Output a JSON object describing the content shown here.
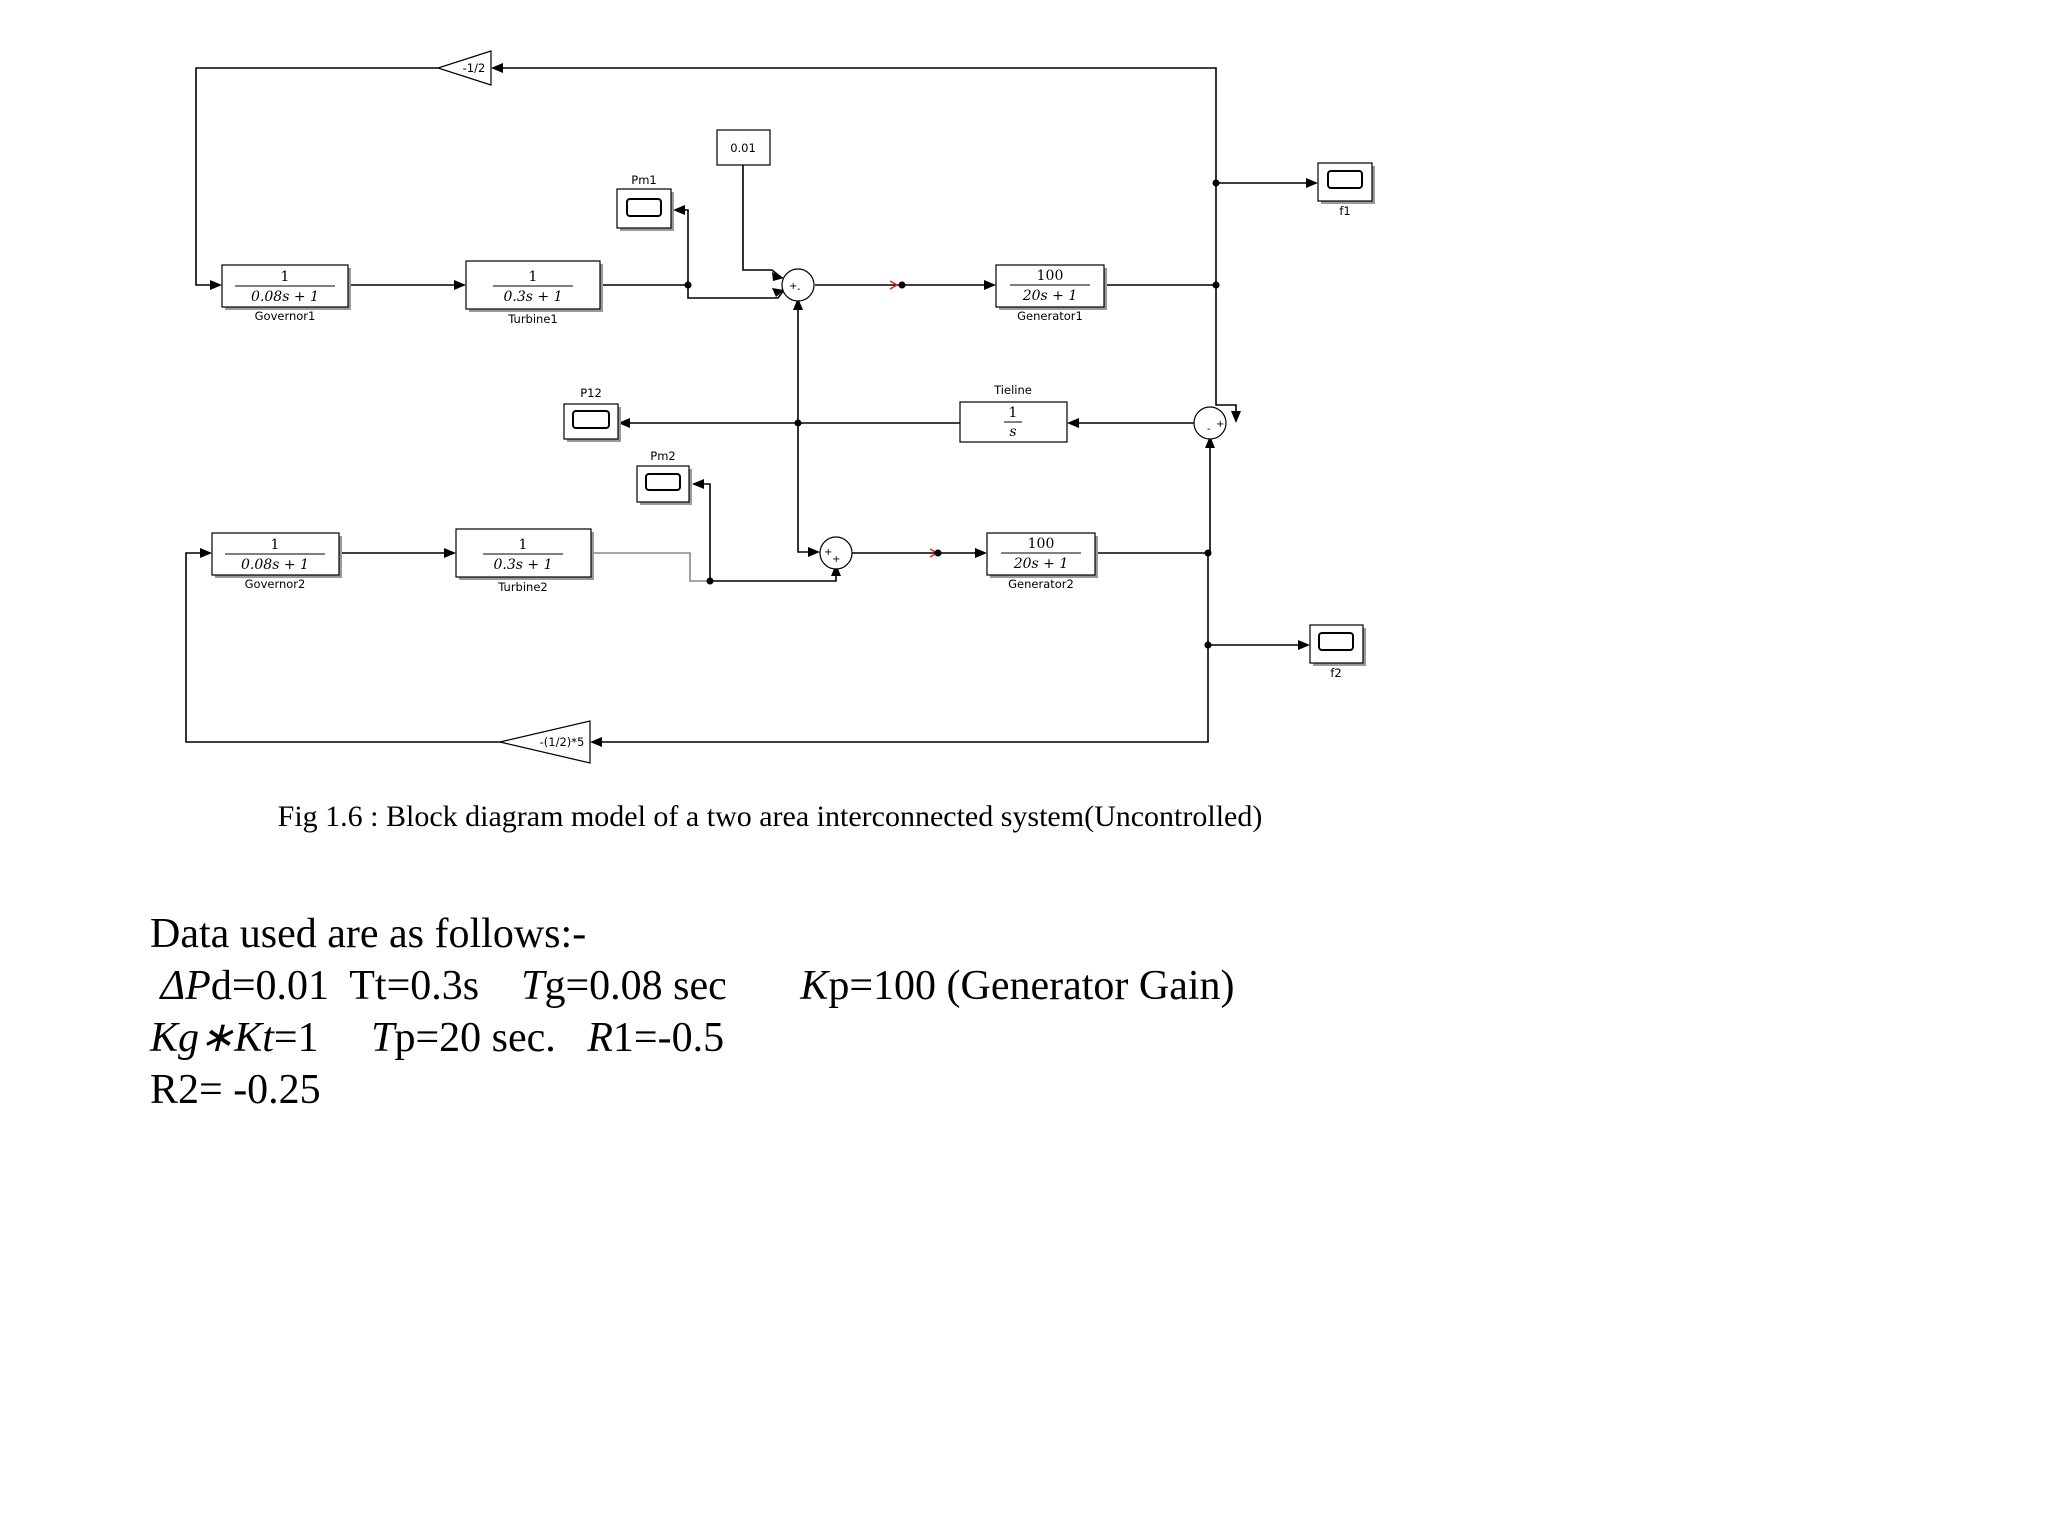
{
  "blocks": {
    "governor1": {
      "num": "1",
      "den": "0.08s + 1",
      "label": "Governor1"
    },
    "turbine1": {
      "num": "1",
      "den": "0.3s + 1",
      "label": "Turbine1"
    },
    "generator1": {
      "num": "100",
      "den": "20s + 1",
      "label": "Generator1"
    },
    "governor2": {
      "num": "1",
      "den": "0.08s + 1",
      "label": "Governor2"
    },
    "turbine2": {
      "num": "1",
      "den": "0.3s + 1",
      "label": "Turbine2"
    },
    "generator2": {
      "num": "100",
      "den": "20s + 1",
      "label": "Generator2"
    },
    "tieline": {
      "num": "1",
      "den": "s",
      "label": "Tieline"
    },
    "constant": {
      "value": "0.01"
    },
    "gain_top": {
      "value": "-1/2"
    },
    "gain_bottom": {
      "value": "-(1/2)*5"
    }
  },
  "scopes": {
    "pm1": "Pm1",
    "pm2": "Pm2",
    "p12": "P12",
    "f1": "f1",
    "f2": "f2"
  },
  "sum_signs": {
    "sum1": [
      "+",
      "-"
    ],
    "sum2": [
      "+",
      "+"
    ],
    "sum3": [
      "+",
      "-"
    ]
  },
  "caption": "Fig 1.6 : Block diagram model of a two area interconnected system(Uncontrolled)",
  "data_section": {
    "heading": "Data used are as follows:-",
    "row1": {
      "dpd_sym": "ΔP",
      "dpd_val": "d=0.01",
      "tt": "Tt=0.3s",
      "tg_sym": "T",
      "tg_val": "g=0.08 sec",
      "kp_sym": "K",
      "kp_val": "p=100 (Generator Gain)"
    },
    "row2": {
      "kgkt_sym": "Kg∗Kt",
      "kgkt_val": "=1",
      "tp_sym": "T",
      "tp_val": "p=20 sec.",
      "r1_sym": "R",
      "r1_val": "1=-0.5"
    },
    "row3": "R2= -0.25"
  }
}
